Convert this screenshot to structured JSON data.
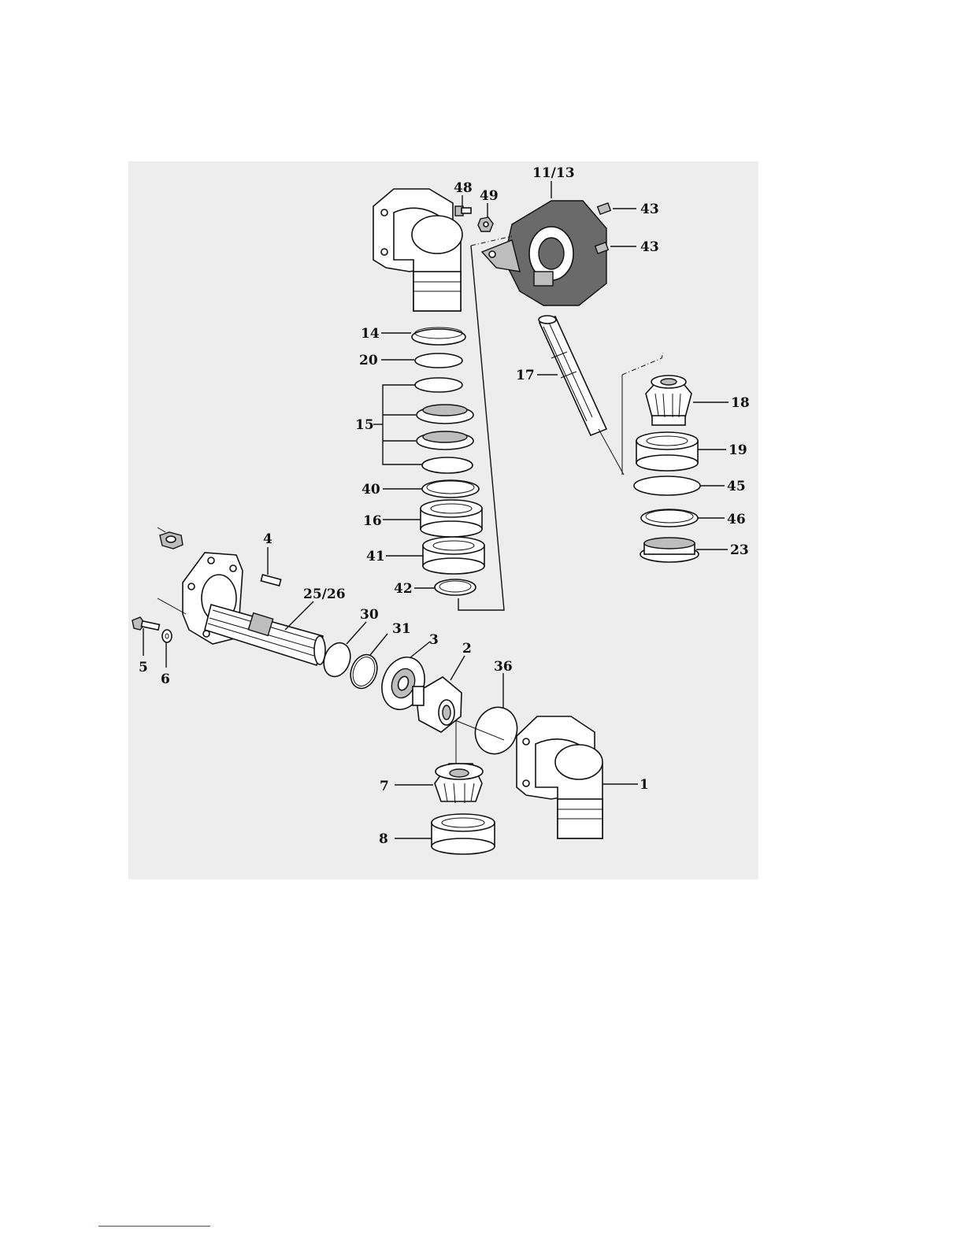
{
  "diagram": {
    "callouts": {
      "c1": "1",
      "c2": "2",
      "c3": "3",
      "c4": "4",
      "c5": "5",
      "c6": "6",
      "c7": "7",
      "c8": "8",
      "c11_13": "11/13",
      "c14": "14",
      "c15": "15",
      "c16": "16",
      "c17": "17",
      "c18": "18",
      "c19": "19",
      "c20": "20",
      "c23": "23",
      "c25_26": "25/26",
      "c30": "30",
      "c31": "31",
      "c36": "36",
      "c40": "40",
      "c41": "41",
      "c42": "42",
      "c43a": "43",
      "c43b": "43",
      "c45": "45",
      "c46": "46",
      "c48": "48",
      "c49": "49"
    }
  }
}
